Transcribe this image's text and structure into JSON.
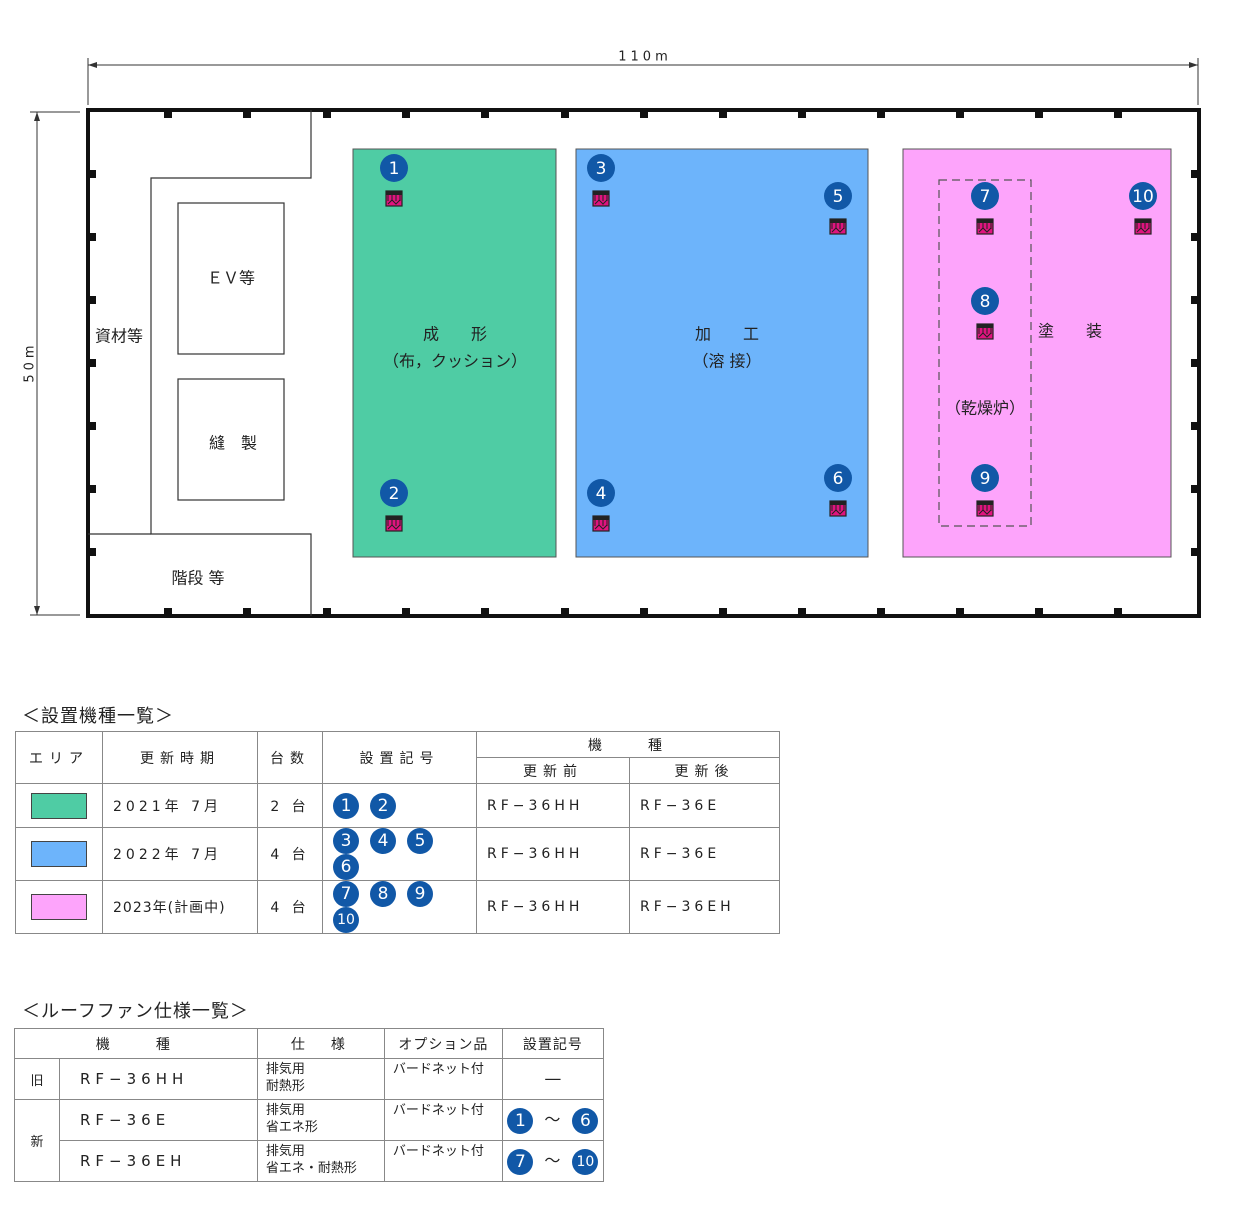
{
  "plan": {
    "width_label": "110m",
    "height_label": "50m",
    "rooms": {
      "materials": "資材等",
      "ev": "ＥＶ等",
      "sewing": "縫　製",
      "stairs": "階段 等"
    },
    "zones": [
      {
        "id": "molding",
        "line1": "成　　形",
        "line2": "（布，クッション）",
        "color": "#4fcca4"
      },
      {
        "id": "processing",
        "line1": "加　　工",
        "line2": "（溶 接）",
        "color": "#6db4fb"
      },
      {
        "id": "painting",
        "line1": "塗　　装",
        "line2": "",
        "color": "#fda4fb"
      }
    ],
    "drying_oven": "（乾燥炉）",
    "fans": [
      "1",
      "2",
      "3",
      "4",
      "5",
      "6",
      "7",
      "8",
      "9",
      "10"
    ]
  },
  "machine_table": {
    "title": "＜設置機種一覧＞",
    "headers": {
      "area": "エリア",
      "period": "更新時期",
      "count": "台数",
      "symbols": "設置記号",
      "model": "機　　種",
      "before": "更新前",
      "after": "更新後"
    },
    "rows": [
      {
        "color": "#4fcca4",
        "period": "2021年 7月",
        "count": "2 台",
        "symbols": [
          "1",
          "2"
        ],
        "before": "RF−36HH",
        "after": "RF−36E"
      },
      {
        "color": "#6db4fb",
        "period": "2022年 7月",
        "count": "4 台",
        "symbols": [
          "3",
          "4",
          "5",
          "6"
        ],
        "before": "RF−36HH",
        "after": "RF−36E"
      },
      {
        "color": "#fda4fb",
        "period": "2023年(計画中)",
        "count": "4 台",
        "symbols": [
          "7",
          "8",
          "9",
          "10"
        ],
        "before": "RF−36HH",
        "after": "RF−36EH"
      }
    ]
  },
  "spec_table": {
    "title": "＜ルーフファン仕様一覧＞",
    "headers": {
      "model": "機　　種",
      "spec": "仕　様",
      "option": "オプション品",
      "symbol": "設置記号"
    },
    "old_label": "旧",
    "new_label": "新",
    "rows": [
      {
        "model": "RF−36HH",
        "spec1": "排気用",
        "spec2": "耐熱形",
        "option": "バードネット付",
        "range_text": "—",
        "from": "",
        "to": ""
      },
      {
        "model": "RF−36E",
        "spec1": "排気用",
        "spec2": "省エネ形",
        "option": "バードネット付",
        "range_text": "～",
        "from": "1",
        "to": "6"
      },
      {
        "model": "RF−36EH",
        "spec1": "排気用",
        "spec2": "省エネ・耐熱形",
        "option": "バードネット付",
        "range_text": "～",
        "from": "7",
        "to": "10"
      }
    ]
  }
}
